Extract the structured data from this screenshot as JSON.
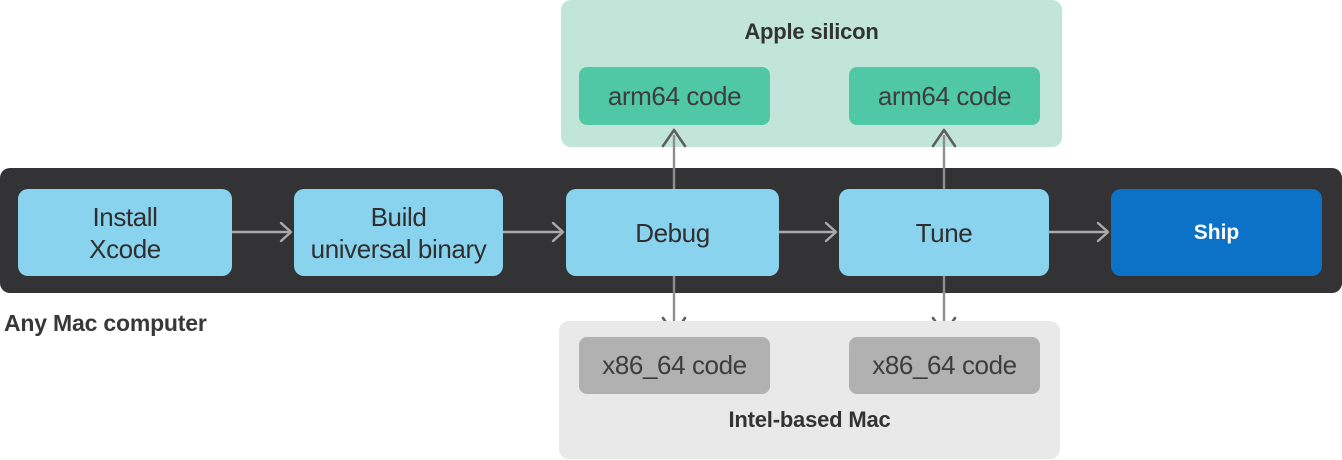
{
  "diagram": {
    "apple_silicon": {
      "label": "Apple silicon",
      "chips": [
        {
          "label": "arm64 code"
        },
        {
          "label": "arm64 code"
        }
      ]
    },
    "any_mac": {
      "label": "Any Mac computer"
    },
    "intel_mac": {
      "label": "Intel-based Mac",
      "chips": [
        {
          "label": "x86_64 code"
        },
        {
          "label": "x86_64 code"
        }
      ]
    },
    "flow": {
      "steps": [
        {
          "lines": [
            "Install",
            "Xcode"
          ]
        },
        {
          "lines": [
            "Build",
            "universal binary"
          ]
        },
        {
          "lines": [
            "Debug"
          ]
        },
        {
          "lines": [
            "Tune"
          ]
        },
        {
          "lines": [
            "Ship"
          ],
          "emphasis": "bold"
        }
      ]
    }
  },
  "colors": {
    "apple_silicon_bg": "#c1e5d8",
    "arm64_chip_bg": "#50c8a5",
    "intel_bg": "#e9e9e9",
    "x86_chip_bg": "#b1b1b1",
    "pipeline_bar_bg": "#333336",
    "step_bg": "#89d3ee",
    "ship_bg": "#0b72c8",
    "dark_text": "#333333",
    "arrow_light": "#aaaaaa",
    "arrow_shaft": "#8e8e8e",
    "arrow_head_dark": "#5f5f5f"
  }
}
